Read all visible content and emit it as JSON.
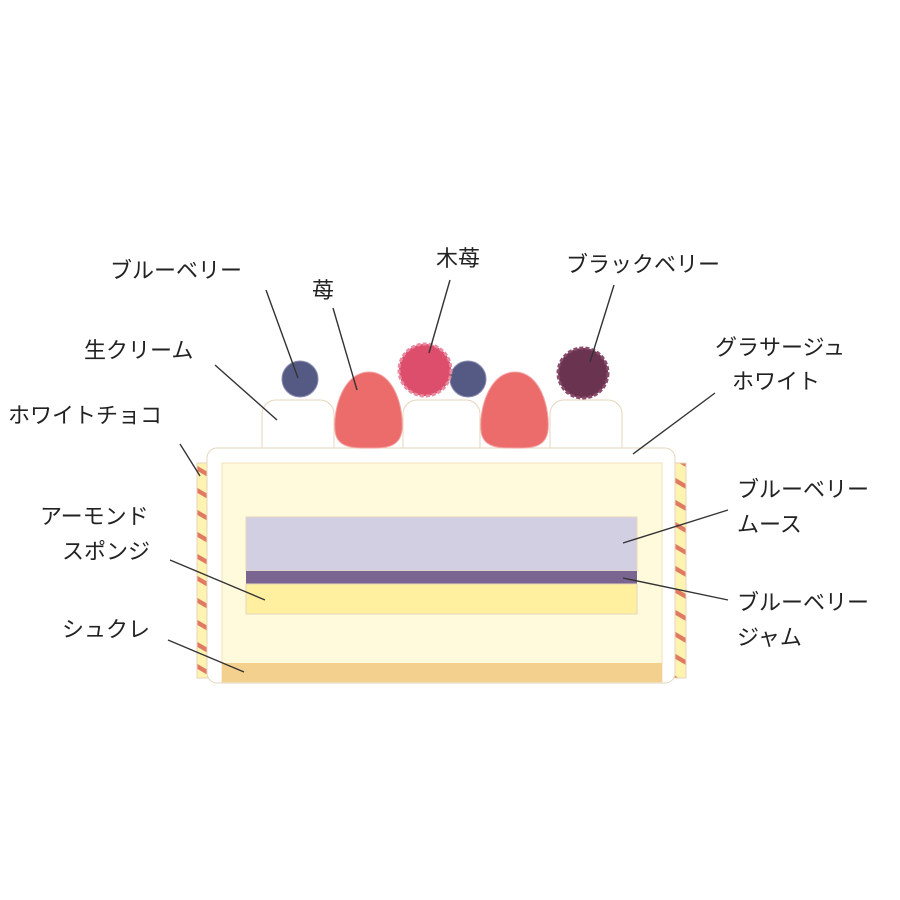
{
  "labels": {
    "blueberry": "ブルーベリー",
    "strawberry": "苺",
    "raspberry": "木苺",
    "blackberry": "ブラックベリー",
    "fresh_cream": "生クリーム",
    "glacage_line1": "グラサージュ",
    "glacage_line2": "ホワイト",
    "white_choco": "ホワイトチョコ",
    "mousse_line1": "ブルーベリー",
    "mousse_line2": "ムース",
    "almond_line1": "アーモンド",
    "almond_line2": "スポンジ",
    "jam_line1": "ブルーベリー",
    "jam_line2": "ジャム",
    "sucre": "シュクレ"
  },
  "colors": {
    "blueberry": "#555a85",
    "strawberry": "#ec6b6b",
    "raspberry": "#dc4e6b",
    "blackberry": "#6a3350",
    "cream": "#ffffff",
    "outline": "#e6d6bc",
    "sponge_bg": "#fffadc",
    "mousse": "#d3cfe3",
    "jam": "#7a6490",
    "almond": "#fff0a0",
    "sucre": "#f4d08e",
    "side": "#fff3b0",
    "stripe": "#e07a62"
  }
}
